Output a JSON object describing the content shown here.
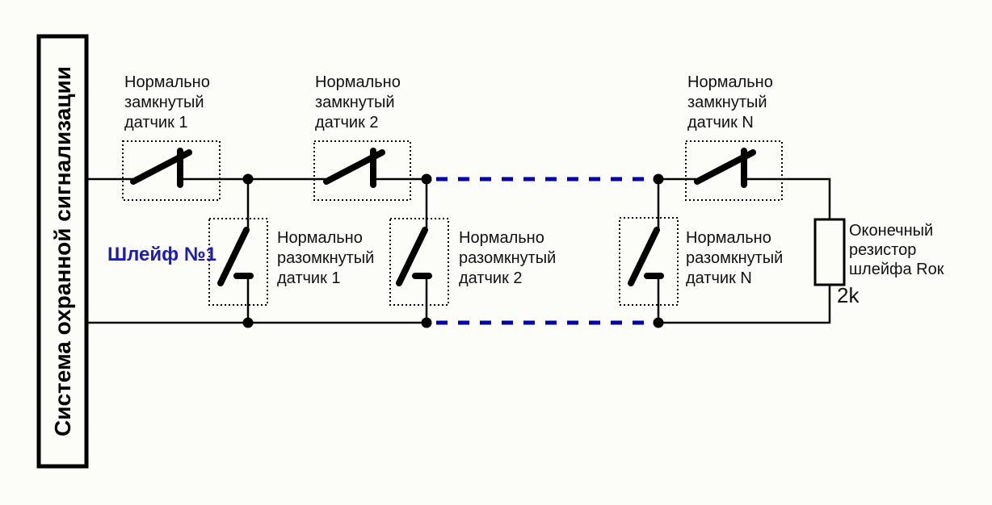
{
  "diagram": {
    "system_label": "Система охранной сигнализации",
    "loop_label": "Шлейф №1",
    "nc_sensors": [
      {
        "label": "Нормально\nзамкнутый\nдатчик 1"
      },
      {
        "label": "Нормально\nзамкнутый\nдатчик 2"
      },
      {
        "label": "Нормально\nзамкнутый\nдатчик N"
      }
    ],
    "no_sensors": [
      {
        "label": "Нормально\nразомкнутый\nдатчик 1"
      },
      {
        "label": "Нормально\nразомкнутый\nдатчик 2"
      },
      {
        "label": "Нормально\nразомкнутый\nдатчик N"
      }
    ],
    "terminator": {
      "label": "Оконечный\nрезистор\nшлейфа Rок",
      "value": "2k"
    },
    "colors": {
      "wire": "#000000",
      "bus_dash": "#0000a8",
      "loop_text": "#1c1cb4"
    }
  }
}
